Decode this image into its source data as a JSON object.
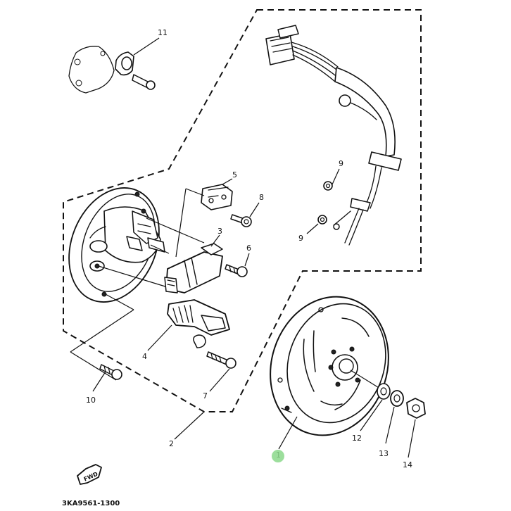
{
  "diagram": {
    "part_code": "3KA9561-1300",
    "fwd_label": "FWD",
    "cursor_color": "#8bd88b",
    "callouts": {
      "p1": "1",
      "p2": "2",
      "p3": "3",
      "p4": "4",
      "p5": "5",
      "p6": "6",
      "p7": "7",
      "p8": "8",
      "p9a": "9",
      "p9b": "9",
      "p10": "10",
      "p11": "11",
      "p12": "12",
      "p13": "13",
      "p14": "14"
    }
  }
}
